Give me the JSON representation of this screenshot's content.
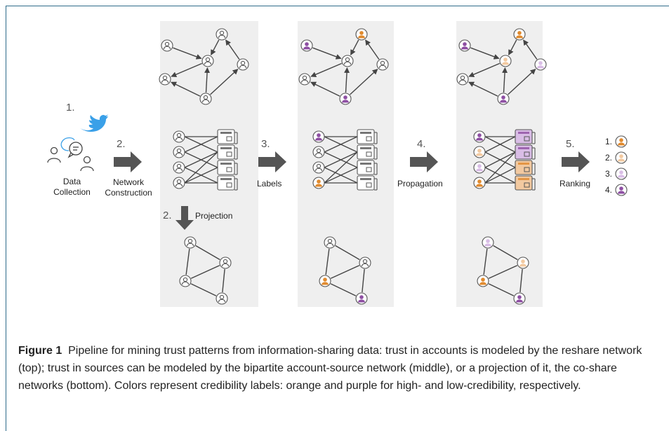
{
  "steps": {
    "s1_number": "1.",
    "s1_label_line1": "Data",
    "s1_label_line2": "Collection",
    "s2_number": "2.",
    "s2_label_line1": "Network",
    "s2_label_line2": "Construction",
    "proj_number": "2.",
    "proj_label": "Projection",
    "s3_number": "3.",
    "s3_label": "Labels",
    "s4_number": "4.",
    "s4_label": "Propagation",
    "s5_number": "5.",
    "s5_label": "Ranking"
  },
  "ranking": [
    "1.",
    "2.",
    "3.",
    "4."
  ],
  "colors": {
    "orange": "#e08a2e",
    "purple": "#8e4fa3",
    "light_orange": "#f2c9a0",
    "light_purple": "#d9bde6",
    "panel": "#efefef",
    "arrow": "#555555",
    "twitter": "#3aa0e8"
  },
  "caption": {
    "label": "Figure 1",
    "text": "Pipeline for mining trust patterns from information-sharing data: trust in accounts is modeled by the reshare network (top); trust in sources can be modeled by the bipartite account-source network (middle), or a projection of it, the co-share networks (bottom). Colors represent credibility labels: orange and purple for high- and low-credibility, respectively."
  }
}
